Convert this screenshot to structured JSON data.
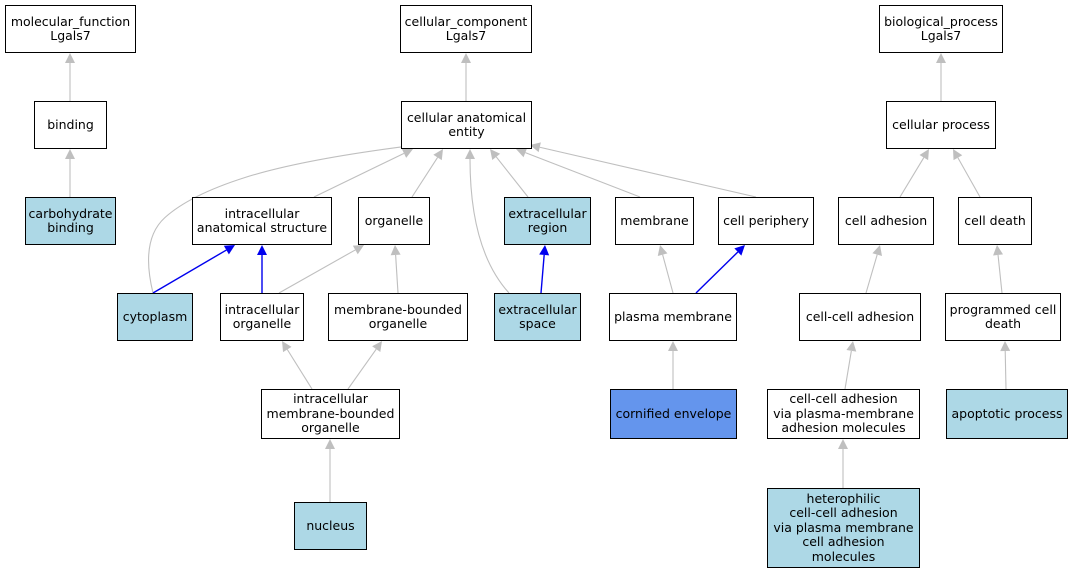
{
  "colors": {
    "plain": "#ffffff",
    "annotated": "#add8e6",
    "direct": "#6495ed",
    "edge_gray": "#bfbfbf",
    "edge_blue": "#0000ee"
  },
  "nodes": [
    {
      "id": "mf_root",
      "label": "molecular_function\nLgals7",
      "fill": "plain"
    },
    {
      "id": "binding",
      "label": "binding",
      "fill": "plain"
    },
    {
      "id": "carb_binding",
      "label": "carbohydrate\nbinding",
      "fill": "annotated"
    },
    {
      "id": "cc_root",
      "label": "cellular_component\nLgals7",
      "fill": "plain"
    },
    {
      "id": "cae",
      "label": "cellular anatomical\nentity",
      "fill": "plain"
    },
    {
      "id": "ias",
      "label": "intracellular\nanatomical structure",
      "fill": "plain"
    },
    {
      "id": "organelle",
      "label": "organelle",
      "fill": "plain"
    },
    {
      "id": "ecr",
      "label": "extracellular\nregion",
      "fill": "annotated"
    },
    {
      "id": "membrane",
      "label": "membrane",
      "fill": "plain"
    },
    {
      "id": "periphery",
      "label": "cell periphery",
      "fill": "plain"
    },
    {
      "id": "cytoplasm",
      "label": "cytoplasm",
      "fill": "annotated"
    },
    {
      "id": "io",
      "label": "intracellular\norganelle",
      "fill": "plain"
    },
    {
      "id": "mbo",
      "label": "membrane-bounded\norganelle",
      "fill": "plain"
    },
    {
      "id": "ecs",
      "label": "extracellular\nspace",
      "fill": "annotated"
    },
    {
      "id": "pm",
      "label": "plasma membrane",
      "fill": "plain"
    },
    {
      "id": "imbo",
      "label": "intracellular\nmembrane-bounded\norganelle",
      "fill": "plain"
    },
    {
      "id": "cornified",
      "label": "cornified envelope",
      "fill": "direct"
    },
    {
      "id": "nucleus",
      "label": "nucleus",
      "fill": "annotated"
    },
    {
      "id": "bp_root",
      "label": "biological_process\nLgals7",
      "fill": "plain"
    },
    {
      "id": "cp",
      "label": "cellular process",
      "fill": "plain"
    },
    {
      "id": "adhesion",
      "label": "cell adhesion",
      "fill": "plain"
    },
    {
      "id": "death",
      "label": "cell death",
      "fill": "plain"
    },
    {
      "id": "cca",
      "label": "cell-cell adhesion",
      "fill": "plain"
    },
    {
      "id": "pcd",
      "label": "programmed cell\ndeath",
      "fill": "plain"
    },
    {
      "id": "ccapm",
      "label": "cell-cell adhesion\nvia plasma-membrane\nadhesion molecules",
      "fill": "plain"
    },
    {
      "id": "apoptotic",
      "label": "apoptotic process",
      "fill": "annotated"
    },
    {
      "id": "hetero",
      "label": "heterophilic\ncell-cell adhesion\nvia plasma membrane\ncell adhesion\nmolecules",
      "fill": "annotated"
    }
  ],
  "edges": [
    {
      "from": "binding",
      "to": "mf_root",
      "color": "edge_gray"
    },
    {
      "from": "carb_binding",
      "to": "binding",
      "color": "edge_gray"
    },
    {
      "from": "cae",
      "to": "cc_root",
      "color": "edge_gray"
    },
    {
      "from": "cytoplasm",
      "to": "cae",
      "color": "edge_gray"
    },
    {
      "from": "ias",
      "to": "cae",
      "color": "edge_gray"
    },
    {
      "from": "organelle",
      "to": "cae",
      "color": "edge_gray"
    },
    {
      "from": "ecs",
      "to": "cae",
      "color": "edge_gray"
    },
    {
      "from": "ecr",
      "to": "cae",
      "color": "edge_gray"
    },
    {
      "from": "membrane",
      "to": "cae",
      "color": "edge_gray"
    },
    {
      "from": "periphery",
      "to": "cae",
      "color": "edge_gray"
    },
    {
      "from": "cytoplasm",
      "to": "ias",
      "color": "edge_blue"
    },
    {
      "from": "io",
      "to": "ias",
      "color": "edge_blue"
    },
    {
      "from": "io",
      "to": "organelle",
      "color": "edge_gray"
    },
    {
      "from": "mbo",
      "to": "organelle",
      "color": "edge_gray"
    },
    {
      "from": "ecs",
      "to": "ecr",
      "color": "edge_blue"
    },
    {
      "from": "pm",
      "to": "membrane",
      "color": "edge_gray"
    },
    {
      "from": "pm",
      "to": "periphery",
      "color": "edge_blue"
    },
    {
      "from": "imbo",
      "to": "io",
      "color": "edge_gray"
    },
    {
      "from": "imbo",
      "to": "mbo",
      "color": "edge_gray"
    },
    {
      "from": "cornified",
      "to": "pm",
      "color": "edge_gray"
    },
    {
      "from": "nucleus",
      "to": "imbo",
      "color": "edge_gray"
    },
    {
      "from": "cp",
      "to": "bp_root",
      "color": "edge_gray"
    },
    {
      "from": "adhesion",
      "to": "cp",
      "color": "edge_gray"
    },
    {
      "from": "death",
      "to": "cp",
      "color": "edge_gray"
    },
    {
      "from": "cca",
      "to": "adhesion",
      "color": "edge_gray"
    },
    {
      "from": "pcd",
      "to": "death",
      "color": "edge_gray"
    },
    {
      "from": "ccapm",
      "to": "cca",
      "color": "edge_gray"
    },
    {
      "from": "apoptotic",
      "to": "pcd",
      "color": "edge_gray"
    },
    {
      "from": "hetero",
      "to": "ccapm",
      "color": "edge_gray"
    }
  ]
}
